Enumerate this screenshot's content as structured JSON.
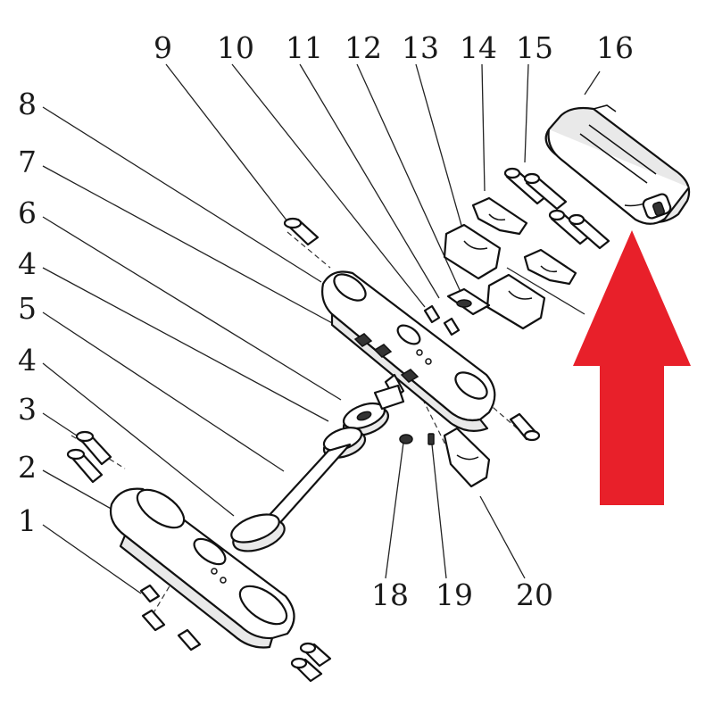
{
  "callouts": [
    {
      "num": "1"
    },
    {
      "num": "2"
    },
    {
      "num": "3"
    },
    {
      "num": "4"
    },
    {
      "num": "5"
    },
    {
      "num": "4"
    },
    {
      "num": "6"
    },
    {
      "num": "7"
    },
    {
      "num": "8"
    },
    {
      "num": "9"
    },
    {
      "num": "10"
    },
    {
      "num": "11"
    },
    {
      "num": "12"
    },
    {
      "num": "13"
    },
    {
      "num": "14"
    },
    {
      "num": "15"
    },
    {
      "num": "16"
    },
    {
      "num": "18"
    },
    {
      "num": "19"
    },
    {
      "num": "20"
    }
  ],
  "highlight": {
    "arrow_color": "#e8202a",
    "points_to": "16"
  }
}
